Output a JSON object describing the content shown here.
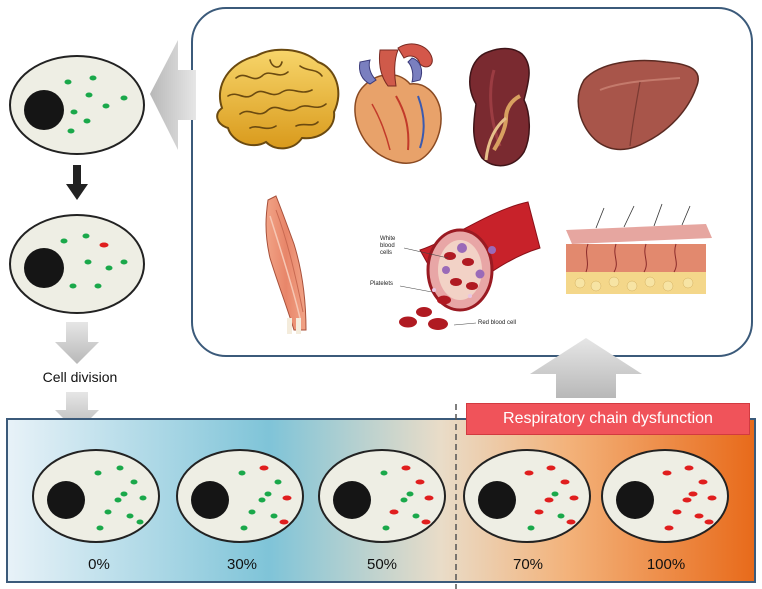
{
  "labels": {
    "cell_division": "Cell division",
    "respiratory_dysfunction": "Respiratory chain dysfunction"
  },
  "blood_vessel_labels": {
    "white_blood_cells": "White blood cells",
    "platelets": "Platelets",
    "red_blood_cell": "Red blood cell"
  },
  "organs": [
    "brain-icon",
    "heart-icon",
    "kidney-icon",
    "liver-icon",
    "muscle-icon",
    "blood-vessel-icon",
    "skin-icon"
  ],
  "heteroplasmy_levels": [
    {
      "label": "0%",
      "mutant_fraction": 0
    },
    {
      "label": "30%",
      "mutant_fraction": 0.3
    },
    {
      "label": "50%",
      "mutant_fraction": 0.5
    },
    {
      "label": "70%",
      "mutant_fraction": 0.7
    },
    {
      "label": "100%",
      "mutant_fraction": 1.0
    }
  ],
  "colors": {
    "normal_mtdna": "#1aa84a",
    "mutant_mtdna": "#e01e1e",
    "cell_fill": "#eeeee4",
    "nucleus": "#151515",
    "gradient_start": "#e8f2f8",
    "gradient_mid": "#7fc4d8",
    "gradient_end": "#e86a1a",
    "threshold_label_bg": "#f0535a",
    "frame_border": "#3b5a7a",
    "arrow_gray": "#c8c8c8"
  }
}
